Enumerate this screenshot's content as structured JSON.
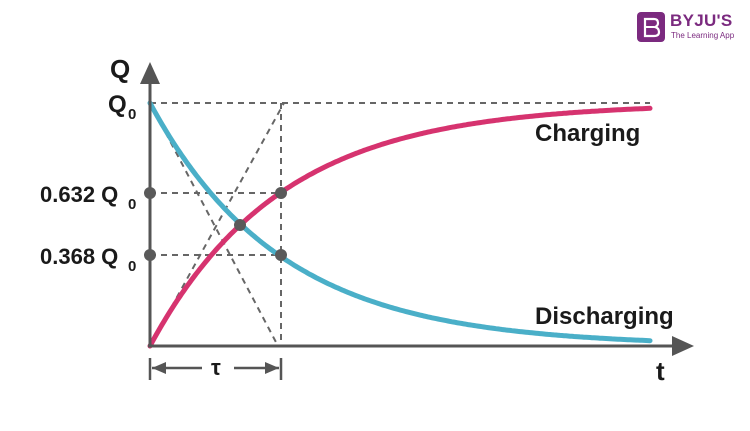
{
  "logo": {
    "name": "BYJU'S",
    "tagline": "The Learning App",
    "color": "#7b2a7f"
  },
  "diagram": {
    "y_axis_label": "Q",
    "x_axis_label": "t",
    "y_mark_top_main": "Q",
    "y_mark_top_sub": "0",
    "mark_632_coef": "0.632 Q",
    "mark_632_sub": "0",
    "mark_368_coef": "0.368 Q",
    "mark_368_sub": "0",
    "tau_label": "τ",
    "charging_label": "Charging",
    "discharging_label": "Discharging"
  },
  "colors": {
    "charging": "#d6336f",
    "discharging": "#4aafc8",
    "axis": "#555555",
    "guide": "#666666",
    "marker": "#5a5a5a"
  }
}
